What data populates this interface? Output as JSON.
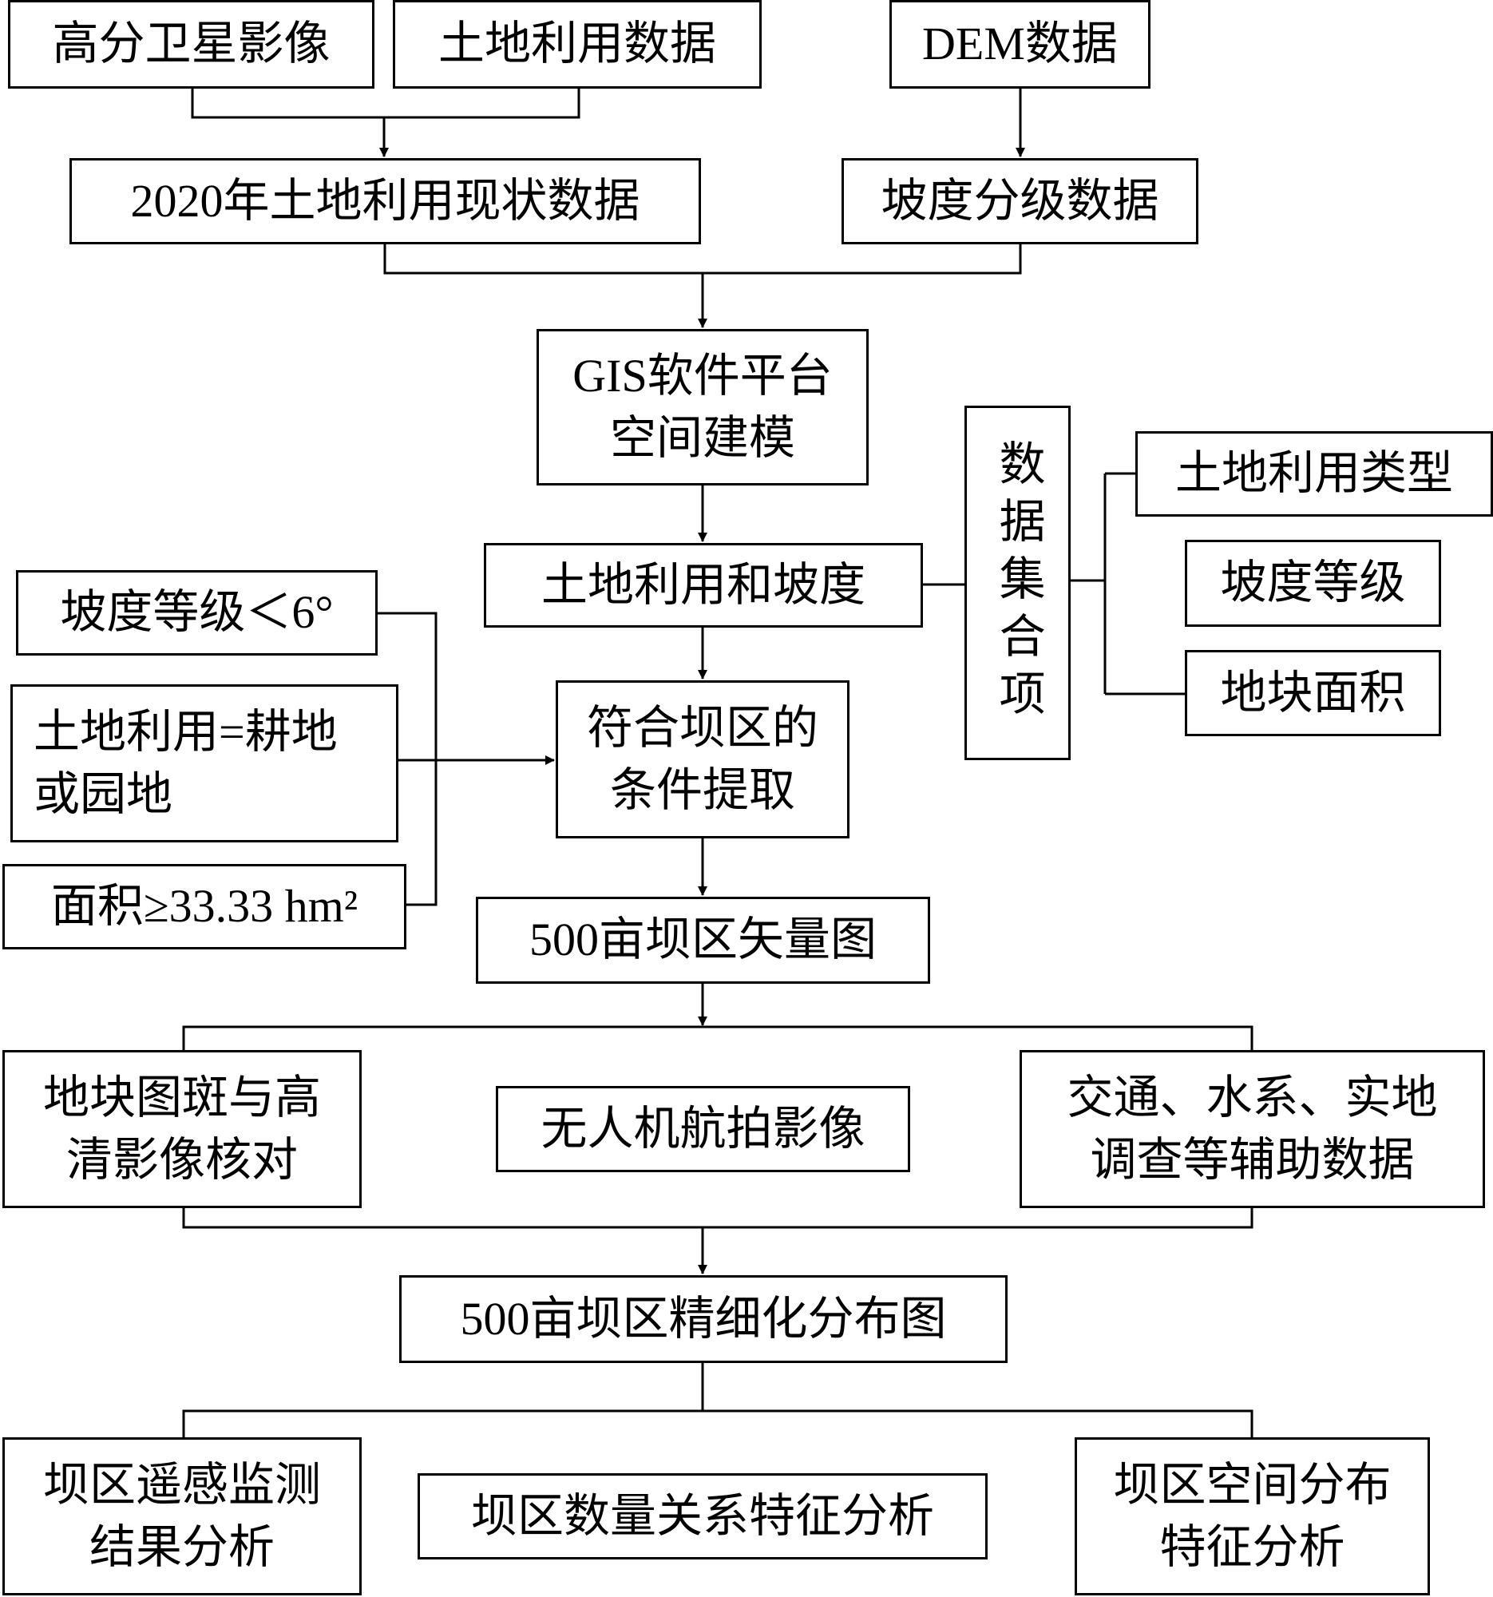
{
  "diagram": {
    "nodes": {
      "satellite": "高分卫星影像",
      "landuse_data": "土地利用数据",
      "dem": "DEM数据",
      "landuse_2020": "2020年土地利用现状数据",
      "slope_class": "坡度分级数据",
      "gis": "GIS软件平台\n空间建模",
      "landuse_slope": "土地利用和坡度",
      "dataset": "数据集合项",
      "landuse_type": "土地利用类型",
      "slope_grade": "坡度等级",
      "parcel_area": "地块面积",
      "cond_slope": "坡度等级＜6°",
      "cond_landuse": "土地利用=耕地\n或园地",
      "cond_area": "面积≥33.33 hm²",
      "extract": "符合坝区的\n条件提取",
      "vector_map": "500亩坝区矢量图",
      "verify": "地块图斑与高\n清影像核对",
      "uav": "无人机航拍影像",
      "aux": "交通、水系、实地\n调查等辅助数据",
      "refined_map": "500亩坝区精细化分布图",
      "rs_analysis": "坝区遥感监测\n结果分析",
      "quantity_analysis": "坝区数量关系特征分析",
      "spatial_analysis": "坝区空间分布\n特征分析"
    }
  }
}
